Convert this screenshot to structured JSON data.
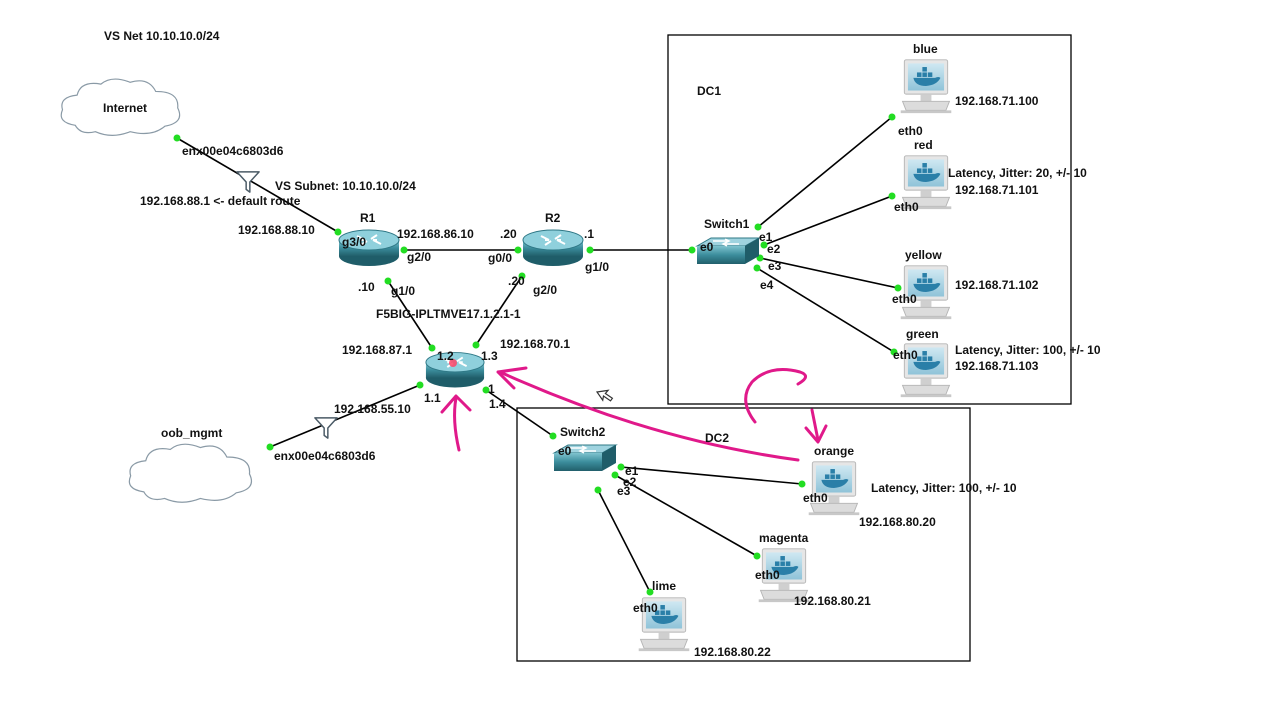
{
  "title": "VS Net 10.10.10.0/24",
  "annotations": {
    "vs_subnet": "VS Subnet: 10.10.10.0/24",
    "default_route": "192.168.88.1 <- default route",
    "f5_name": "F5BIG-IPLTMVE17.1.2.1-1"
  },
  "areas": {
    "dc1": "DC1",
    "dc2": "DC2"
  },
  "clouds": {
    "internet": {
      "label": "Internet",
      "iface": "enx00e04c6803d6"
    },
    "oob": {
      "label": "oob_mgmt",
      "iface": "enx00e04c6803d6"
    }
  },
  "r1": {
    "label": "R1",
    "g3": "g3/0",
    "g2": "g2/0",
    "g1": "g1/0",
    "ip88": "192.168.88.10",
    "ip86": "192.168.86.10",
    "dot10": ".10"
  },
  "r2": {
    "label": "R2",
    "g0": "g0/0",
    "g1": "g1/0",
    "g2": "g2/0",
    "dot20a": ".20",
    "dot20b": ".20",
    "dot1": ".1"
  },
  "f5": {
    "p12": "1.2",
    "p13": "1.3",
    "p11": "1.1",
    "p14": "1.4",
    "p1": "1",
    "ip87": "192.168.87.1",
    "ip70": "192.168.70.1",
    "ip55": "192.168.55.10"
  },
  "switch1": {
    "label": "Switch1",
    "e0": "e0",
    "e1": "e1",
    "e2": "e2",
    "e3": "e3",
    "e4": "e4"
  },
  "switch2": {
    "label": "Switch2",
    "e0": "e0",
    "e1": "e1",
    "e2": "e2",
    "e3": "e3"
  },
  "hosts": {
    "blue": {
      "name": "blue",
      "iface": "eth0",
      "ip": "192.168.71.100"
    },
    "red": {
      "name": "red",
      "iface": "eth0",
      "ip": "192.168.71.101",
      "note": "Latency, Jitter: 20, +/- 10"
    },
    "yellow": {
      "name": "yellow",
      "iface": "eth0",
      "ip": "192.168.71.102"
    },
    "green": {
      "name": "green",
      "iface": "eth0",
      "ip": "192.168.71.103",
      "note": "Latency, Jitter: 100, +/- 10"
    },
    "orange": {
      "name": "orange",
      "iface": "eth0",
      "ip": "192.168.80.20",
      "note": "Latency, Jitter: 100, +/- 10"
    },
    "magenta": {
      "name": "magenta",
      "iface": "eth0",
      "ip": "192.168.80.21"
    },
    "lime": {
      "name": "lime",
      "iface": "eth0",
      "ip": "192.168.80.22"
    }
  },
  "colors": {
    "accent": "#e0198a",
    "link": "#000000",
    "port": "#22dd22",
    "device": "#2e7f8f"
  },
  "icons": {
    "router": "router-icon",
    "switch": "switch-icon",
    "host": "docker-host-icon",
    "cloud": "cloud-icon",
    "capture": "packet-capture-icon",
    "cursor": "cursor-icon"
  }
}
